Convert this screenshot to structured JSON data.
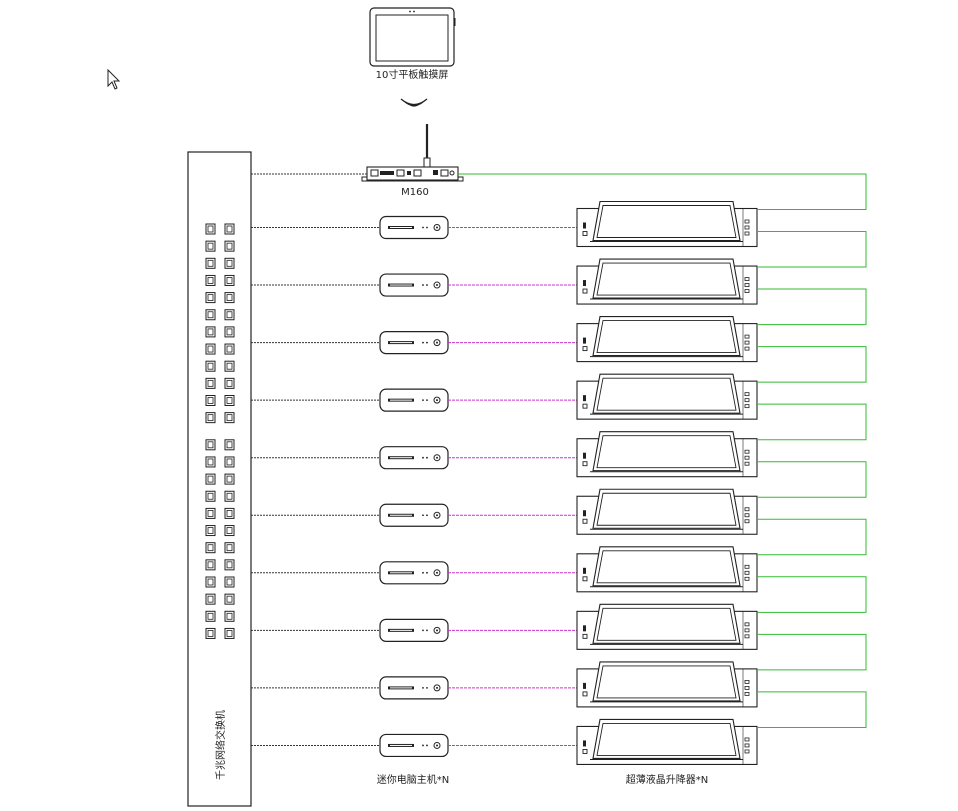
{
  "labels": {
    "tablet": "10寸平板触摸屏",
    "controller": "M160",
    "switch": "千兆网络交换机",
    "mini_pc": "迷你电脑主机*N",
    "lift": "超薄液晶升降器*N"
  },
  "counts": {
    "rows": 10,
    "switch_ports_per_column": 24
  },
  "colors": {
    "network_line": "#333333",
    "video_line": "#cc33cc",
    "control_line": "#33bb33",
    "outline": "#222222"
  },
  "icons": [
    "cursor-icon",
    "wifi-signal-icon",
    "antenna-icon",
    "rj45-port-icon"
  ]
}
